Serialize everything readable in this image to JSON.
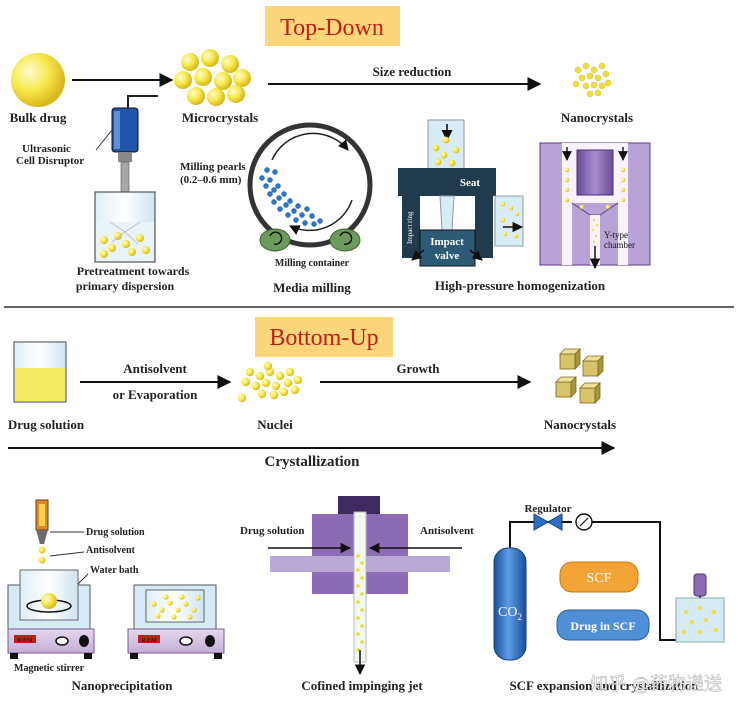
{
  "top_down": {
    "title": "Top-Down",
    "bulk_drug": "Bulk drug",
    "microcrystals": "Microcrystals",
    "size_reduction": "Size reduction",
    "nanocrystals": "Nanocrystals",
    "ultrasonic_line1": "Ultrasonic",
    "ultrasonic_line2": "Cell Disruptor",
    "pretreatment_line1": "Pretreatment towards",
    "pretreatment_line2": "primary dispersion",
    "milling_pearls": "Milling pearls",
    "milling_pearls_size": "(0.2–0.6 mm)",
    "milling_container": "Milling container",
    "media_milling": "Media milling",
    "seat": "Seat",
    "impact_ring": "Impact ring",
    "impact_valve_line1": "Impact",
    "impact_valve_line2": "valve",
    "y_type_line1": "Y-type",
    "y_type_line2": "chamber",
    "hph": "High-pressure homogenization"
  },
  "bottom_up": {
    "title": "Bottom-Up",
    "drug_solution": "Drug solution",
    "antisolvent": "Antisolvent",
    "or_evaporation": "or Evaporation",
    "nuclei": "Nuclei",
    "growth": "Growth",
    "nanocrystals": "Nanocrystals",
    "crystallization": "Crystallization",
    "np_drug_solution": "Drug solution",
    "np_antisolvent": "Antisolvent",
    "water_bath": "Water bath",
    "magnetic_stirrer": "Magnetic stirrer",
    "rpm": "R.P.M",
    "nanoprecipitation": "Nanoprecipitation",
    "jet_drug_solution": "Drug solution",
    "jet_antisolvent": "Antisolvent",
    "confined_jet": "Cofined impinging jet",
    "regulator": "Regulator",
    "scf": "SCF",
    "drug_in_scf": "Drug in SCF",
    "co2": "CO",
    "co2_sub": "2",
    "scf_expansion": "SCF expansion and crystallization"
  },
  "watermark": "知乎 @药物递送",
  "colors": {
    "banner_bg": "#fbd67a",
    "banner_text": "#c0201a",
    "particle": "#f4e542",
    "machine_dark": "#1f3b4d",
    "purple": "#8b6bb3",
    "blue_cylinder": "#2f6fc2",
    "scf_orange": "#f2a535"
  }
}
